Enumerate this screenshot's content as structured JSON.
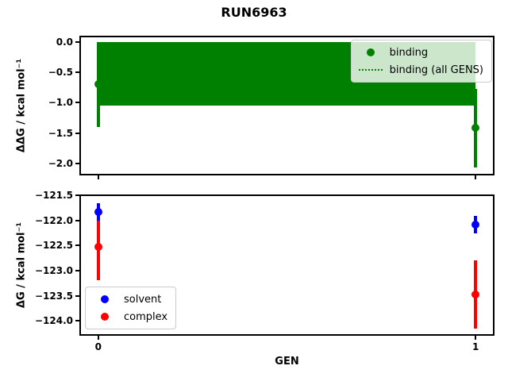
{
  "figure": {
    "title": "RUN6963",
    "background": "#ffffff"
  },
  "colors": {
    "binding": "#008000",
    "solvent": "#0000ff",
    "complex": "#ff0000",
    "spine": "#000000",
    "legend_border": "#cccccc"
  },
  "chart_data": [
    {
      "type": "scatter",
      "title": "RUN6963",
      "xlabel": "",
      "ylabel": "ΔΔG / kcal mol⁻¹",
      "xlim": [
        -0.05,
        1.05
      ],
      "ylim": [
        -2.2,
        0.105
      ],
      "grid": false,
      "yticks": [
        {
          "v": 0.0,
          "label": "0.0"
        },
        {
          "v": -0.5,
          "label": "−0.5"
        },
        {
          "v": -1.0,
          "label": "−1.0"
        },
        {
          "v": -1.5,
          "label": "−1.5"
        },
        {
          "v": -2.0,
          "label": "−2.0"
        }
      ],
      "xticks": [
        {
          "v": 0,
          "label": ""
        },
        {
          "v": 1,
          "label": ""
        }
      ],
      "band": {
        "name": "binding (all GENS)",
        "x0": 0,
        "x1": 1,
        "top": 0.0,
        "bottom": -1.05,
        "color": "#008000"
      },
      "series": [
        {
          "name": "binding",
          "color": "#008000",
          "marker": "circle",
          "x": [
            0,
            1
          ],
          "y": [
            -0.7,
            -1.42
          ],
          "yerr": [
            0.7,
            0.65
          ]
        }
      ],
      "legend": {
        "position": "upper-right",
        "entries": [
          {
            "label": "binding",
            "glyph": "dot",
            "color": "#008000"
          },
          {
            "label": "binding (all GENS)",
            "glyph": "dotted-line",
            "color": "#008000"
          }
        ]
      }
    },
    {
      "type": "scatter",
      "title": "",
      "xlabel": "GEN",
      "ylabel": "ΔG / kcal mol⁻¹",
      "xlim": [
        -0.05,
        1.05
      ],
      "ylim": [
        -124.3,
        -121.48
      ],
      "grid": false,
      "yticks": [
        {
          "v": -121.5,
          "label": "−121.5"
        },
        {
          "v": -122.0,
          "label": "−122.0"
        },
        {
          "v": -122.5,
          "label": "−122.5"
        },
        {
          "v": -123.0,
          "label": "−123.0"
        },
        {
          "v": -123.5,
          "label": "−123.5"
        },
        {
          "v": -124.0,
          "label": "−124.0"
        }
      ],
      "xticks": [
        {
          "v": 0,
          "label": "0"
        },
        {
          "v": 1,
          "label": "1"
        }
      ],
      "series": [
        {
          "name": "complex",
          "color": "#ff0000",
          "marker": "circle",
          "x": [
            0,
            1
          ],
          "y": [
            -122.53,
            -123.48
          ],
          "yerr": [
            0.66,
            0.68
          ]
        },
        {
          "name": "solvent",
          "color": "#0000ff",
          "marker": "circle",
          "x": [
            0,
            1
          ],
          "y": [
            -121.83,
            -122.08
          ],
          "yerr": [
            0.18,
            0.18
          ]
        }
      ],
      "legend": {
        "position": "lower-left",
        "entries": [
          {
            "label": "solvent",
            "glyph": "dot",
            "color": "#0000ff"
          },
          {
            "label": "complex",
            "glyph": "dot",
            "color": "#ff0000"
          }
        ]
      }
    }
  ]
}
